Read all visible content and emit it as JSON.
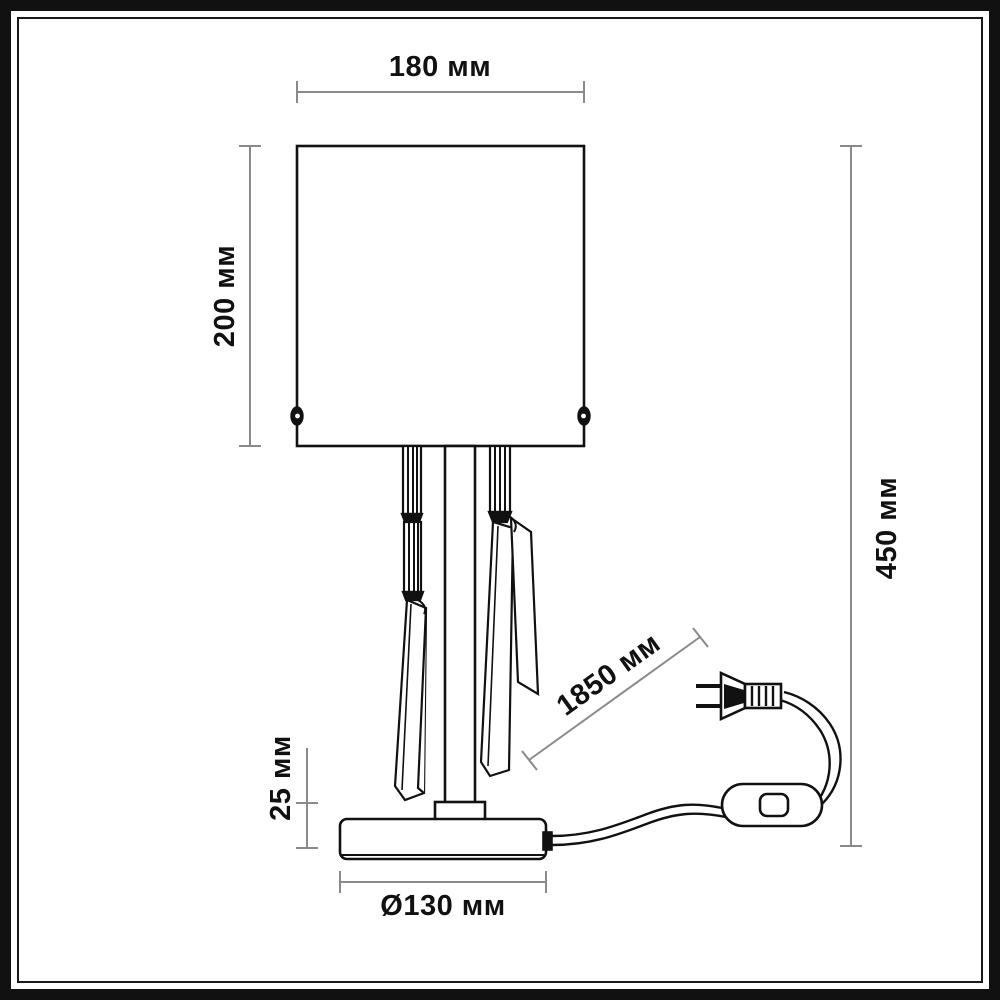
{
  "drawing": {
    "title": "Table lamp technical dimension drawing",
    "units": "мм",
    "line_color": "#8a8a8a",
    "outline_color": "#111111",
    "background": "#ffffff"
  },
  "dimensions": {
    "shade_width": "180 мм",
    "shade_height": "200 мм",
    "total_height": "450 мм",
    "base_height": "25 мм",
    "base_diameter": "Ø130 мм",
    "cord_length": "1850 мм"
  },
  "parts": {
    "shade": "lamp-shade",
    "stem": "lamp-stem-column",
    "crystals": "crystal-pendants",
    "base": "lamp-base",
    "cord": "power-cord",
    "switch": "inline-switch",
    "plug": "power-plug"
  }
}
